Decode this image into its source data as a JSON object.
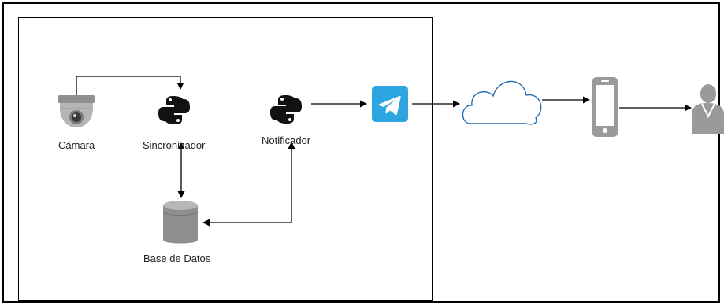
{
  "diagram": {
    "nodes": {
      "camera": {
        "label": "Cámara",
        "icon": "security-camera-icon"
      },
      "sync": {
        "label": "Sincronizador",
        "icon": "python-icon"
      },
      "notifier": {
        "label": "Notificador",
        "icon": "python-icon"
      },
      "database": {
        "label": "Base de Datos",
        "icon": "database-icon"
      },
      "telegram": {
        "icon": "telegram-icon"
      },
      "cloud": {
        "icon": "cloud-icon"
      },
      "phone": {
        "icon": "smartphone-icon"
      },
      "user": {
        "icon": "user-icon"
      }
    },
    "edges": [
      {
        "from": "camera",
        "to": "sync"
      },
      {
        "from": "sync",
        "to": "database",
        "bidirectional": true
      },
      {
        "from": "database",
        "to": "notifier",
        "bidirectional": true
      },
      {
        "from": "notifier",
        "to": "telegram"
      },
      {
        "from": "telegram",
        "to": "cloud"
      },
      {
        "from": "cloud",
        "to": "phone"
      },
      {
        "from": "phone",
        "to": "user"
      }
    ],
    "colors": {
      "telegram": "#2ca5e0",
      "cloud_stroke": "#1f6fb5",
      "gray_icon": "#9a9a9a",
      "python": "#111111"
    }
  }
}
